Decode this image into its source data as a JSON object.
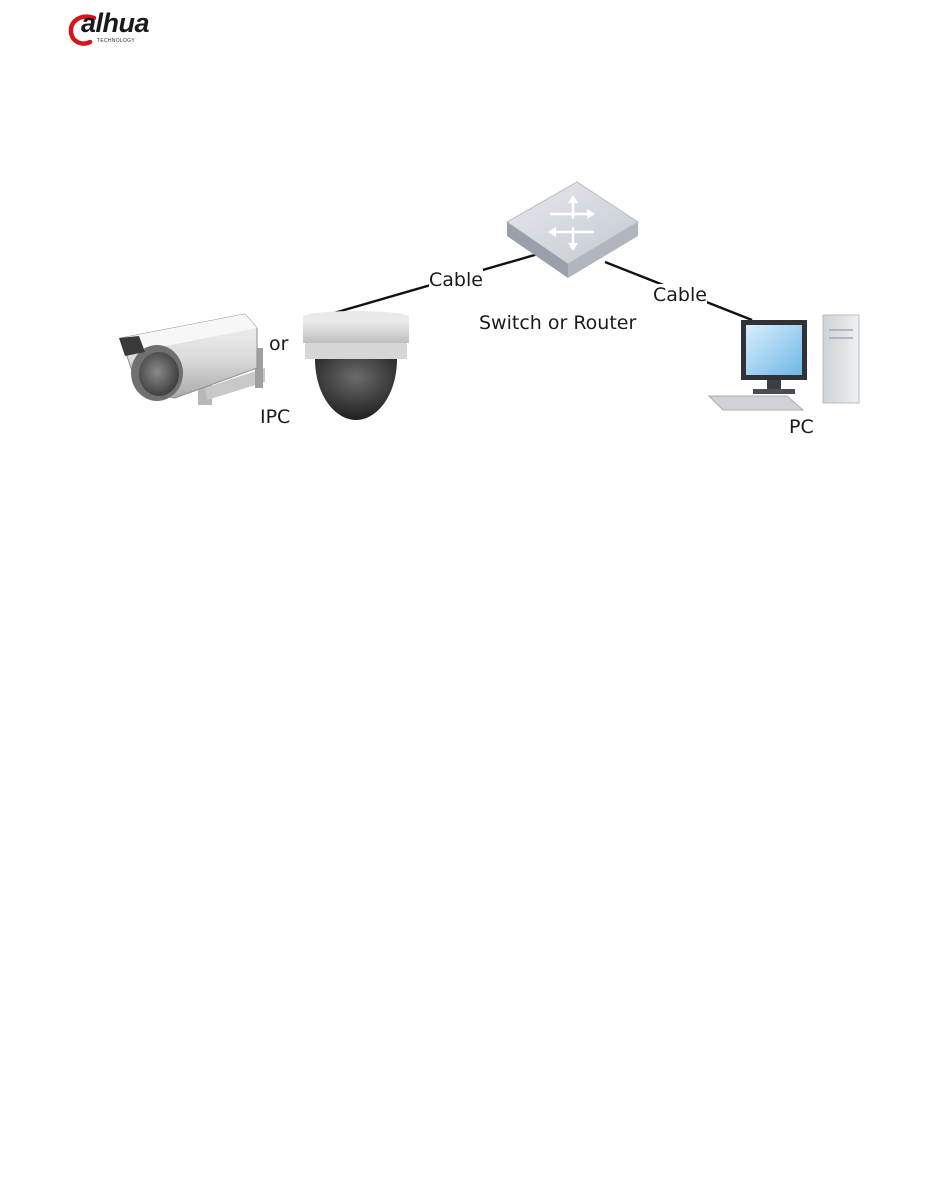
{
  "header": {
    "logo_text": "alhua",
    "logo_subtext": "TECHNOLOGY"
  },
  "diagram": {
    "nodes": {
      "switch": {
        "label": "Switch or Router",
        "icon": "network-switch-icon"
      },
      "ipc": {
        "label": "IPC",
        "separator": "or",
        "icons": [
          "bullet-camera-icon",
          "dome-camera-icon"
        ]
      },
      "pc": {
        "label": "PC",
        "icon": "desktop-pc-icon"
      }
    },
    "links": [
      {
        "from": "ipc",
        "to": "switch",
        "label": "Cable"
      },
      {
        "from": "switch",
        "to": "pc",
        "label": "Cable"
      }
    ]
  },
  "colors": {
    "brand_red": "#d7141a",
    "line": "#111111"
  }
}
